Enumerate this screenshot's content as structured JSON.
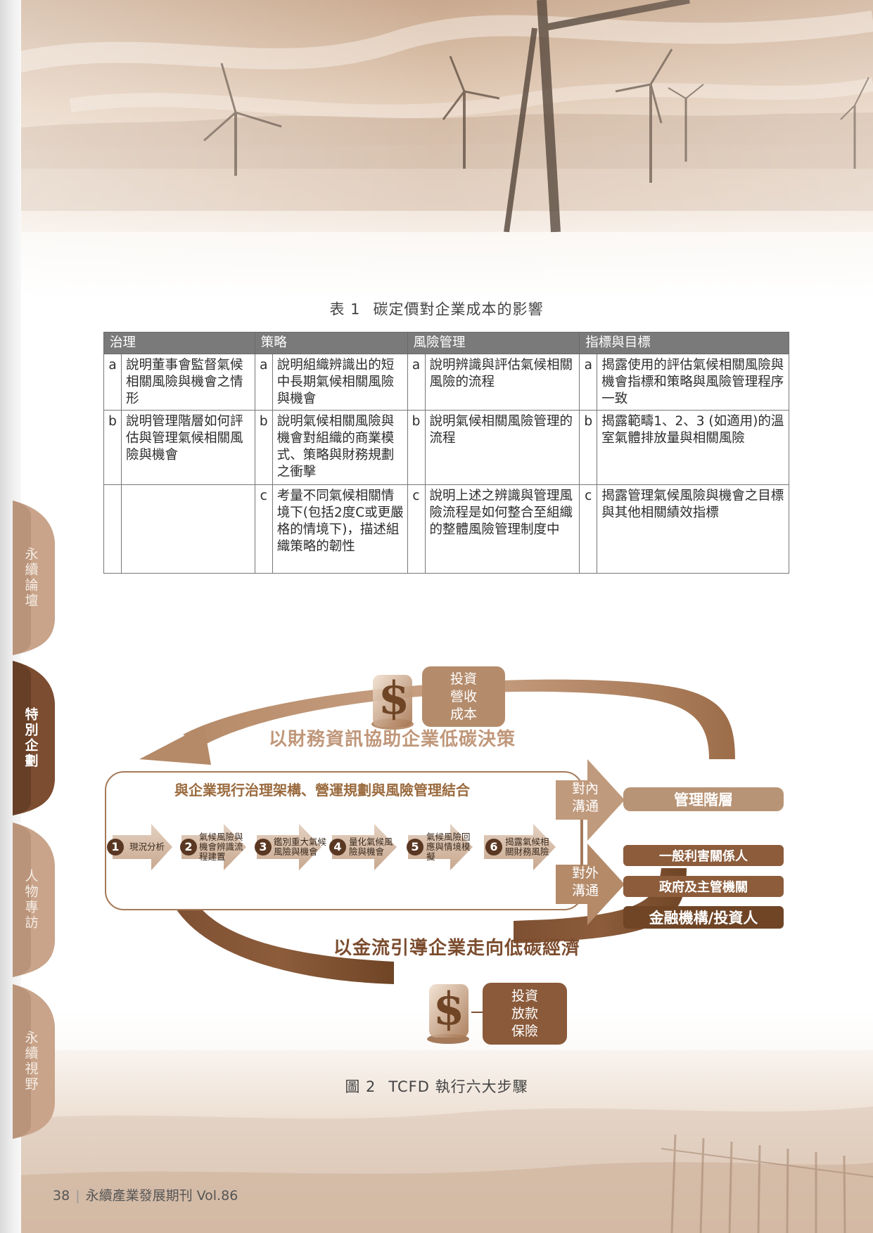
{
  "side_tabs": [
    {
      "label": "永續論壇",
      "active": false
    },
    {
      "label": "特別企劃",
      "active": true
    },
    {
      "label": "人物專訪",
      "active": false
    },
    {
      "label": "永續視野",
      "active": false
    }
  ],
  "table_caption": {
    "number": "表 1",
    "title": "碳定價對企業成本的影響"
  },
  "table": {
    "headers": [
      "治理",
      "策略",
      "風險管理",
      "指標與目標"
    ],
    "rows": [
      [
        {
          "letter": "a",
          "text": "說明董事會監督氣候相關風險與機會之情形"
        },
        {
          "letter": "a",
          "text": "說明組織辨識出的短中長期氣候相關風險與機會"
        },
        {
          "letter": "a",
          "text": "說明辨識與評估氣候相關風險的流程"
        },
        {
          "letter": "a",
          "text": "揭露使用的評估氣候相關風險與機會指標和策略與風險管理程序一致"
        }
      ],
      [
        {
          "letter": "b",
          "text": "說明管理階層如何評估與管理氣候相關風險與機會"
        },
        {
          "letter": "b",
          "text": "說明氣候相關風險與機會對組織的商業模式、策略與財務規劃之衝擊"
        },
        {
          "letter": "b",
          "text": "說明氣候相關風險管理的流程"
        },
        {
          "letter": "b",
          "text": "揭露範疇1、2、3 (如適用)的溫室氣體排放量與相關風險"
        }
      ],
      [
        {
          "letter": "",
          "text": ""
        },
        {
          "letter": "c",
          "text": "考量不同氣候相關情境下(包括2度C或更嚴格的情境下)，描述組織策略的韌性"
        },
        {
          "letter": "c",
          "text": "說明上述之辨識與管理風險流程是如何整合至組織的整體風險管理制度中"
        },
        {
          "letter": "c",
          "text": "揭露管理氣候風險與機會之目標與其他相關績效指標"
        }
      ]
    ]
  },
  "diagram": {
    "top_box": [
      "投資",
      "營收",
      "成本"
    ],
    "top_text": "以財務資訊協助企業低碳決策",
    "frame_title": "與企業現行治理架構、營運規劃與風險管理結合",
    "steps": [
      {
        "num": "1",
        "text": [
          "現況分析"
        ]
      },
      {
        "num": "2",
        "text": [
          "氣候風險與",
          "機會辨識流",
          "程建置"
        ]
      },
      {
        "num": "3",
        "text": [
          "鑑別重大氣候",
          "風險與機會"
        ]
      },
      {
        "num": "4",
        "text": [
          "量化氣候風",
          "險與機會"
        ]
      },
      {
        "num": "5",
        "text": [
          "氣候風險回",
          "應與情境模",
          "擬"
        ]
      },
      {
        "num": "6",
        "text": [
          "揭露氣候相",
          "關財務風險"
        ]
      }
    ],
    "internal_comm": [
      "對內",
      "溝通"
    ],
    "external_comm": [
      "對外",
      "溝通"
    ],
    "management": "管理階層",
    "stakeholders": [
      "一般利害關係人",
      "政府及主管機關",
      "金融機構/投資人"
    ],
    "bottom_text": "以金流引導企業走向低碳經濟",
    "bottom_box": [
      "投資",
      "放款",
      "保險"
    ],
    "dollar_sign": "$",
    "colors": {
      "light_brown": "#c8a282",
      "dark_brown": "#8a5a3a",
      "deep_brown": "#6f4526"
    }
  },
  "figure_caption": {
    "number": "圖 2",
    "title": "TCFD 執行六大步驟"
  },
  "footer": {
    "page": "38",
    "journal": "永續產業發展期刊 Vol.86"
  }
}
